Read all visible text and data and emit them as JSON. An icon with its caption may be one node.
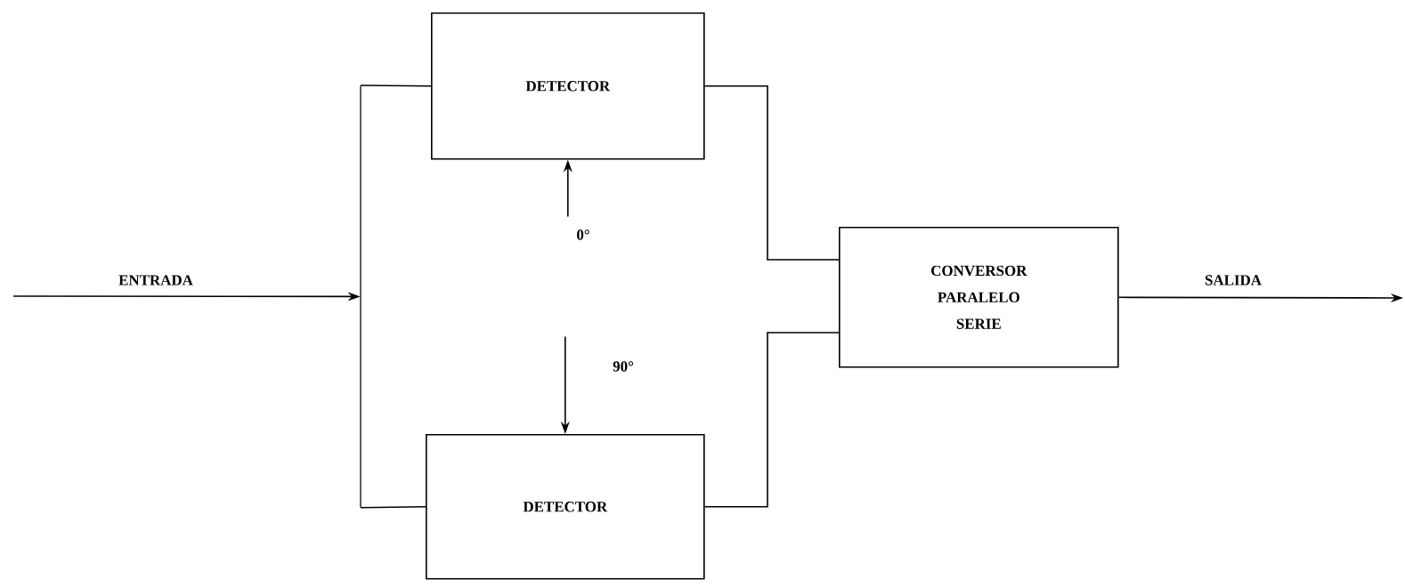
{
  "diagram": {
    "nodes": [
      {
        "text": [],
        "shape": "bar"
      },
      {
        "text": [
          "DETECTOR"
        ]
      },
      {
        "text": [
          "DETECTOR"
        ]
      },
      {
        "text": [
          "CONVERSOR PARALELO SERIE"
        ]
      },
      {
        "text": [
          "0°"
        ]
      },
      {
        "text": [
          "90°"
        ]
      }
    ],
    "edges": [
      {
        "from": null,
        "to": 0,
        "arrow": "to",
        "label": "ENTRADA"
      },
      {
        "from": 0,
        "to": 1,
        "arrow": "none"
      },
      {
        "from": 0,
        "to": 2,
        "arrow": "none"
      },
      {
        "from": 1,
        "to": 3,
        "arrow": "none"
      },
      {
        "from": 2,
        "to": 3,
        "arrow": "none"
      },
      {
        "from": 3,
        "to": null,
        "arrow": "to",
        "label": "SALIDA"
      },
      {
        "from": 4,
        "to": 1,
        "arrow": "to"
      },
      {
        "from": 5,
        "to": 2,
        "arrow": "to"
      }
    ]
  }
}
